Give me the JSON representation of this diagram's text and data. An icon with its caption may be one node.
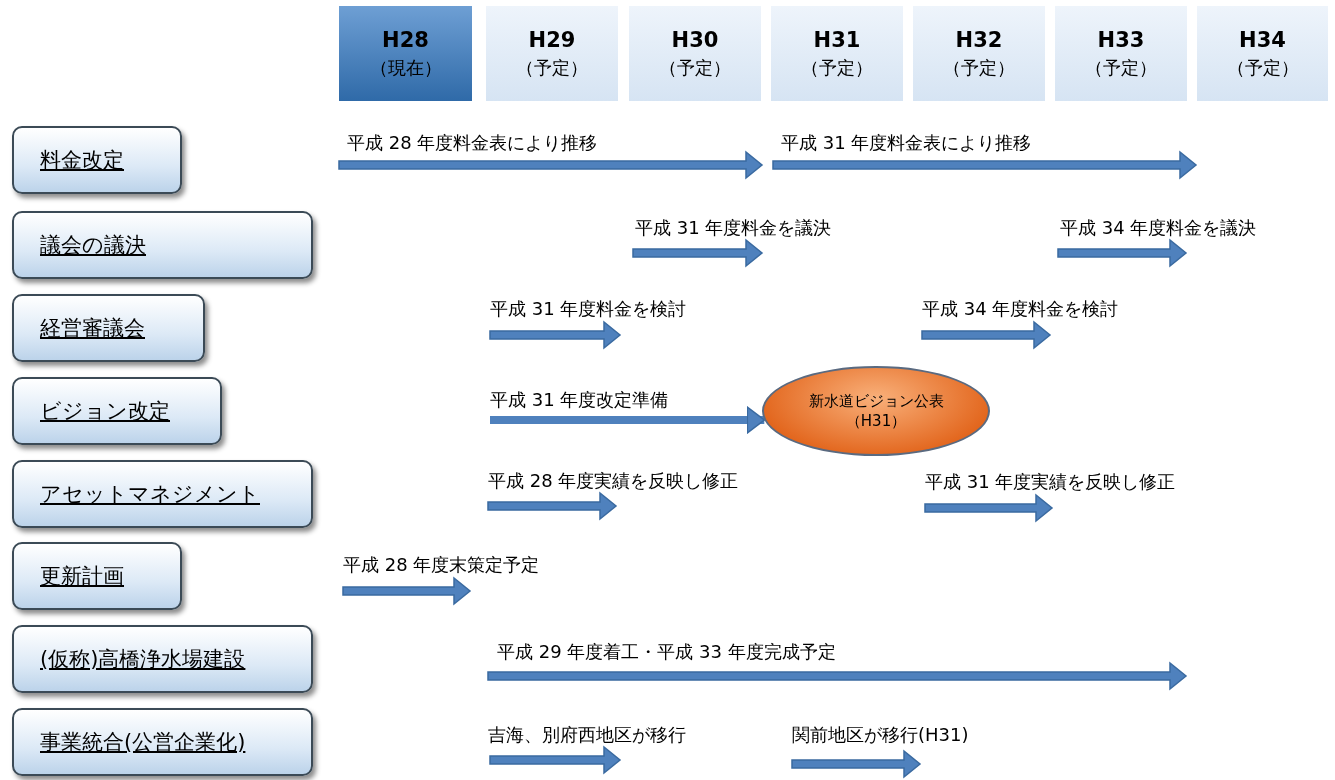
{
  "diagram": {
    "nodes": [
      {
        "text": [
          "H28",
          "（現在）"
        ]
      },
      {
        "text": [
          "H29",
          "（予定）"
        ]
      },
      {
        "text": [
          "H30",
          "（予定）"
        ]
      },
      {
        "text": [
          "H31",
          "（予定）"
        ]
      },
      {
        "text": [
          "H32",
          "（予定）"
        ]
      },
      {
        "text": [
          "H33",
          "（予定）"
        ]
      },
      {
        "text": [
          "H34",
          "（予定）"
        ]
      },
      {
        "text": [
          "料金改定"
        ]
      },
      {
        "text": [
          "議会の議決"
        ]
      },
      {
        "text": [
          "経営審議会"
        ]
      },
      {
        "text": [
          "ビジョン改定"
        ]
      },
      {
        "text": [
          "アセットマネジメント"
        ]
      },
      {
        "text": [
          "更新計画"
        ]
      },
      {
        "text": [
          "(仮称)高橋浄水場建設"
        ]
      },
      {
        "text": [
          "事業統合(公営企業化)"
        ]
      },
      {
        "text": [
          "新水道ビジョン公表",
          "（H31）"
        ]
      }
    ],
    "edges": [
      {
        "from": null,
        "to": 15,
        "arrow": "to",
        "label": "平成 31 年度改定準備"
      }
    ],
    "labels": [
      "平成 28 年度料金表により推移",
      "平成 31 年度料金表により推移",
      "平成 31 年度料金を議決",
      "平成 34 年度料金を議決",
      "平成 31 年度料金を検討",
      "平成 34 年度料金を検討",
      "平成 28 年度実績を反映し修正",
      "平成 31 年度実績を反映し修正",
      "平成 28 年度末策定予定",
      "平成 29 年度着工・平成 33 年度完成予定",
      "吉海、別府西地区が移行",
      "関前地区が移行(H31)"
    ]
  }
}
